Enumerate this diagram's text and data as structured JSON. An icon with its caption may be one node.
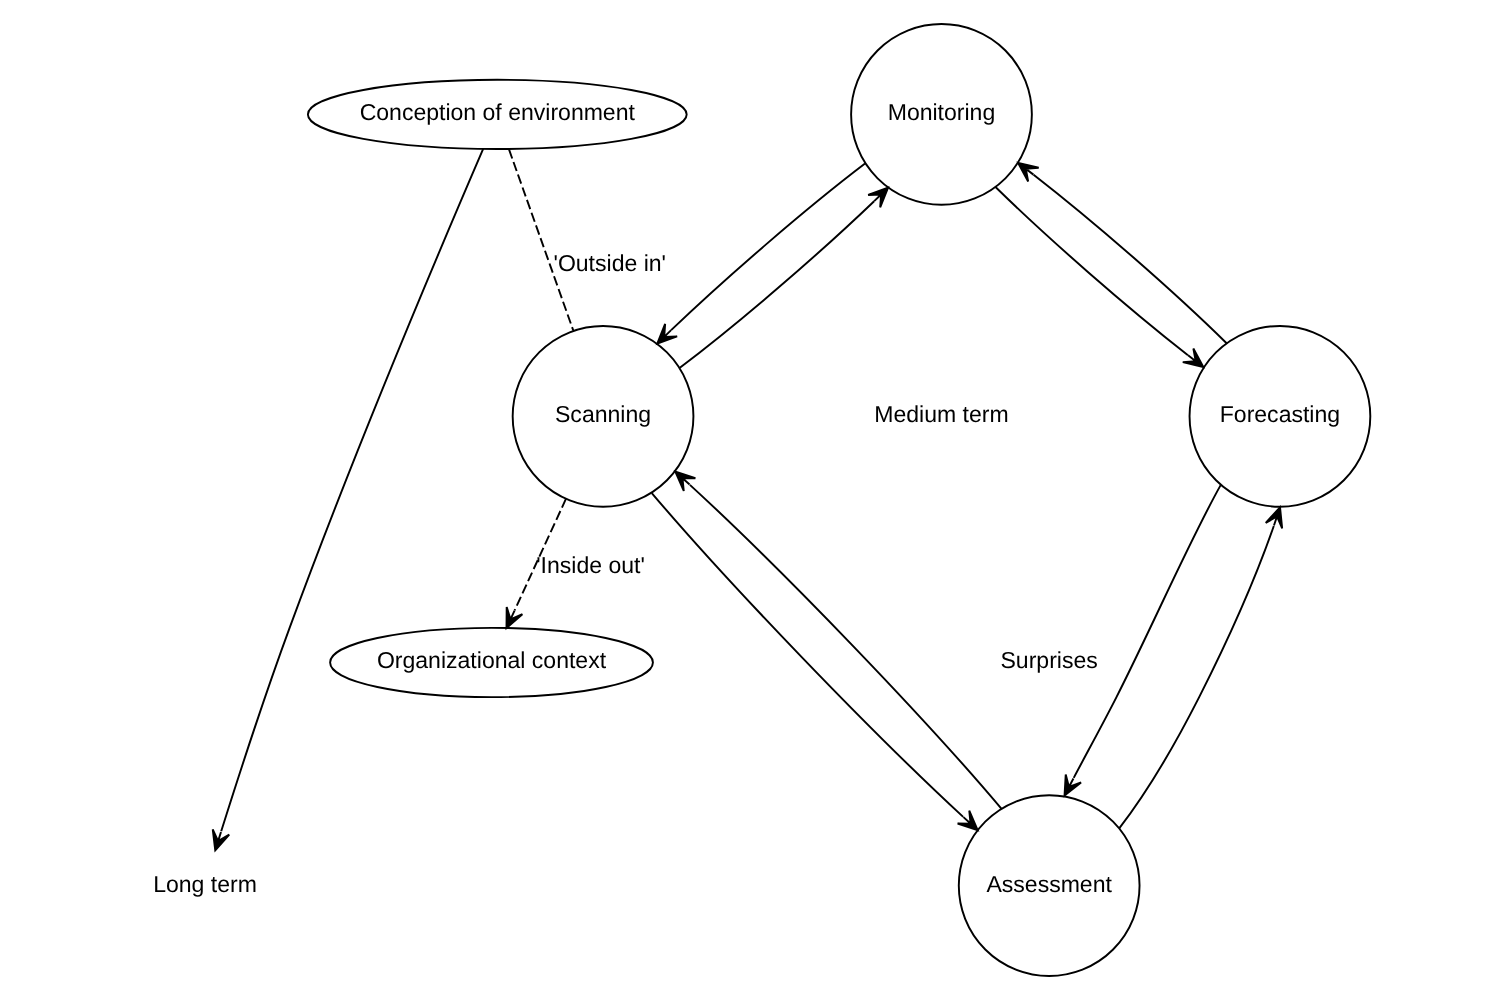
{
  "diagram": {
    "nodes": [
      {
        "text": [
          "Monitoring"
        ]
      },
      {
        "text": [
          "Conception of environment"
        ]
      },
      {
        "text": [
          "Scanning"
        ]
      },
      {
        "text": [
          "Forecasting"
        ]
      },
      {
        "text": [
          "Assessment"
        ]
      },
      {
        "text": [
          "Long term"
        ]
      },
      {
        "text": [
          "Organizational context"
        ]
      }
    ],
    "edges": [
      {
        "from": 2,
        "to": 0,
        "arrow": "to"
      },
      {
        "from": 0,
        "to": 2,
        "arrow": "to"
      },
      {
        "from": 0,
        "to": 3,
        "arrow": "to"
      },
      {
        "from": 3,
        "to": 0,
        "arrow": "to"
      },
      {
        "from": 4,
        "to": 3,
        "arrow": "to"
      },
      {
        "from": 3,
        "to": 4,
        "arrow": "to"
      },
      {
        "from": 4,
        "to": 2,
        "arrow": "to"
      },
      {
        "from": 2,
        "to": 4,
        "arrow": "to"
      },
      {
        "from": 1,
        "to": 2,
        "arrow": "none",
        "label": "'Outside in'",
        "style": "dashed"
      },
      {
        "from": 2,
        "to": 6,
        "arrow": "to",
        "label": "'Inside out'",
        "style": "dashed"
      },
      {
        "from": 1,
        "to": 5,
        "arrow": "to"
      }
    ],
    "labels": [
      "Medium term",
      "Surprises"
    ]
  }
}
